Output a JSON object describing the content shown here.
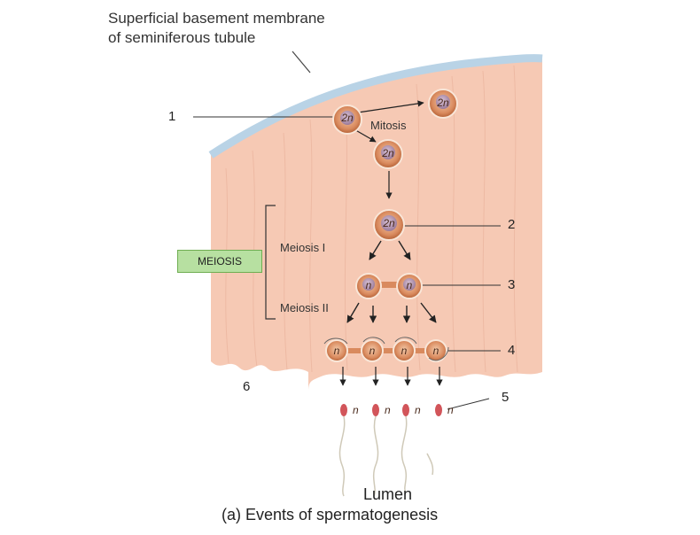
{
  "labels": {
    "membrane_line1": "Superficial basement membrane",
    "membrane_line2": "of seminiferous tubule",
    "mitosis": "Mitosis",
    "meiosis_box": "MEIOSIS",
    "meiosis_1": "Meiosis I",
    "meiosis_2": "Meiosis II",
    "lumen": "Lumen",
    "caption": "(a) Events of spermatogenesis"
  },
  "callouts": [
    "1",
    "2",
    "3",
    "4",
    "5",
    "6"
  ],
  "cell_labels": {
    "spermatogonium": "2n",
    "daughter_top": "2n",
    "daughter_bottom": "2n",
    "primary": "2n",
    "secondary": "n",
    "spermatid": "n",
    "sperm": "n"
  },
  "colors": {
    "tissue": "#f6c9b4",
    "membrane": "#b9d3e6",
    "cell": "#d98a5e",
    "nucleus": "#a98aa8",
    "meiosis_box": "#b7e0a1"
  }
}
